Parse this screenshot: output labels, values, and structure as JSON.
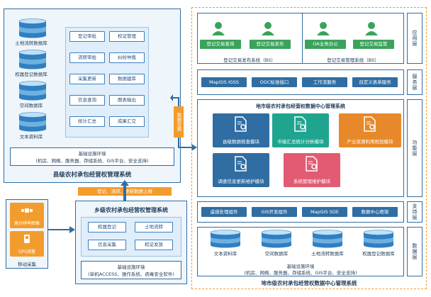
{
  "county_system": {
    "title": "县级农村承包经营权管理系统",
    "databases": [
      "土地流转数据库",
      "权属登记数据库",
      "空间数据库",
      "文本资料库"
    ],
    "function_buttons": [
      "登记审批",
      "权证管理",
      "流转审批",
      "纠纷仲裁",
      "采集更新",
      "数据建库",
      "信息查询",
      "图表输出",
      "统计汇总",
      "成果汇交"
    ],
    "infra_title": "基础设施环境",
    "infra_text": "(机房、网络、服务器、存储系统、GIS平台、安全支持)"
  },
  "exchange_label": "数据交换",
  "upload_label": "登记、流转、更新数据上报",
  "mobile": {
    "title": "移动采集",
    "items": [
      "高分辨率图像",
      "GPS测量"
    ]
  },
  "township_system": {
    "title": "乡级农村承包经营权管理系统",
    "buttons": [
      "权属登记",
      "土地流转",
      "信息采集",
      "权证发放"
    ],
    "infra_title": "基础设施环境",
    "infra_text": "(单机ACCESS、操作系统、病毒安全软件)"
  },
  "city_system": {
    "title": "地市级农村承包经营权数据中心管理系统",
    "layers": [
      "应用层",
      "服务层",
      "功能层",
      "支持层",
      "数据层"
    ],
    "app_group1": {
      "buttons": [
        "登记交易查询",
        "登记交易发布"
      ],
      "caption": "登记交易发布系统（BS）"
    },
    "app_group2": {
      "buttons": [
        "OA业务办公",
        "登记交易监管"
      ],
      "caption": "登记交易管理系统（BS）"
    },
    "services": [
      "MapGIS IGSS",
      "OGC标准接口",
      "工作流服务",
      "自定义表单服务"
    ],
    "function_title": "地市级农村承包经营权数据中心管理系统",
    "modules": [
      {
        "label": "县级数据核查模块",
        "color": "#2f6da3"
      },
      {
        "label": "市级汇总统计分析模块",
        "color": "#1fa58f"
      },
      {
        "label": "产业资源利用规划模块",
        "color": "#e7892a"
      },
      {
        "label": "调查信息更新维护模块",
        "color": "#2f6da3"
      },
      {
        "label": "系统管理维护模块",
        "color": "#e25b73"
      }
    ],
    "support": [
      "遥感处理组件",
      "GIS开发组件",
      "MapGIS SDE",
      "数据中心框架"
    ],
    "data_layer": [
      "文本资料库",
      "空间数据库",
      "土地流转数据库",
      "权属登记数据库"
    ],
    "infra_title": "基础设施环境",
    "infra_text": "(机房、网络、服务器、存储系统、GIS平台、安全支持)"
  }
}
